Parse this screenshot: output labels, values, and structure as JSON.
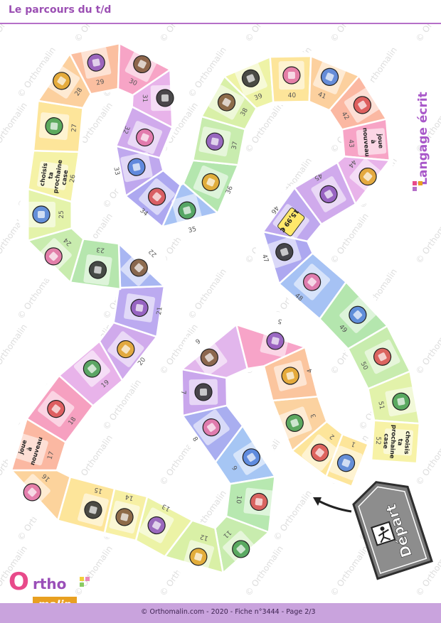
{
  "header": {
    "title": "Le parcours du t/d",
    "subject": "Langage écrit"
  },
  "footer": {
    "text": "© Orthomalin.com - 2020 - Fiche n°3444 - Page 2/3"
  },
  "logo": {
    "part1": "O",
    "part2": "rtho",
    "part3": "malin"
  },
  "watermark": "© Orthomalin",
  "start": {
    "label": "Départ"
  },
  "squares": [
    {
      "n": "1",
      "icon": "flag-icon",
      "color": "#fde59a"
    },
    {
      "n": "2",
      "icon": "mat-icon",
      "color": "#fde59a"
    },
    {
      "n": "3",
      "icon": "present-icon",
      "color": "#fbd2a0"
    },
    {
      "n": "4",
      "icon": "calendar-icon",
      "color": "#fbc59e"
    },
    {
      "n": "5",
      "icon": "diamond-icon",
      "color": "#f7a4c8"
    },
    {
      "n": "6",
      "icon": "hanger-icon",
      "color": "#e2b6ec"
    },
    {
      "n": "7",
      "icon": "suitcase-icon",
      "color": "#c9a6ec"
    },
    {
      "n": "8",
      "icon": "dynamite-icon",
      "color": "#a9aef0"
    },
    {
      "n": "9",
      "icon": "remote-icon",
      "color": "#a6c6f4"
    },
    {
      "n": "10",
      "icon": "grandma-icon",
      "color": "#b7e8b0"
    },
    {
      "n": "11",
      "icon": "clock-icon",
      "color": "#c8ecae"
    },
    {
      "n": "12",
      "icon": "plate-icon",
      "color": "#d9f0a6"
    },
    {
      "n": "13",
      "icon": "tooth-icon",
      "color": "#ecf3a6"
    },
    {
      "n": "14",
      "icon": "artichoke-icon",
      "color": "#f7f0a4"
    },
    {
      "n": "15",
      "icon": "cauldron-icon",
      "color": "#fde59a"
    },
    {
      "n": "16",
      "icon": "scarecrow-icon",
      "color": "#fcd39c"
    },
    {
      "n": "17",
      "icon": "",
      "color": "#fbb8a2",
      "text": "joue à nouveau"
    },
    {
      "n": "18",
      "icon": "dice-icon",
      "color": "#f6a0c0"
    },
    {
      "n": "19",
      "icon": "train-icon",
      "color": "#e8b3ea"
    },
    {
      "n": "20",
      "icon": "box-icon",
      "color": "#d0aaec"
    },
    {
      "n": "21",
      "icon": "toothpaste-icon",
      "color": "#bcaaf0"
    },
    {
      "n": "22",
      "icon": "tube-icon",
      "color": "#a8b6f2"
    },
    {
      "n": "23",
      "icon": "guitar-icon",
      "color": "#b6e6ae"
    },
    {
      "n": "24",
      "icon": "vase-icon",
      "color": "#c8ecae"
    },
    {
      "n": "25",
      "icon": "cake-icon",
      "color": "#e4f3aa"
    },
    {
      "n": "26",
      "icon": "",
      "color": "#f5f2a6",
      "text": "choisis ta prochaine case"
    },
    {
      "n": "27",
      "icon": "picture-icon",
      "color": "#fde59a"
    },
    {
      "n": "28",
      "icon": "rifle-icon",
      "color": "#fcd09e"
    },
    {
      "n": "29",
      "icon": "frame-icon",
      "color": "#fbbfa0"
    },
    {
      "n": "30",
      "icon": "dinosaur-icon",
      "color": "#f7a4c6"
    },
    {
      "n": "31",
      "icon": "salad-icon",
      "color": "#e8b3ea"
    },
    {
      "n": "32",
      "icon": "battery-icon",
      "color": "#d0aaec"
    },
    {
      "n": "33",
      "icon": "boot-icon",
      "color": "#bfa8ee"
    },
    {
      "n": "34",
      "icon": "lasso-icon",
      "color": "#ada8f0"
    },
    {
      "n": "35",
      "icon": "match-icon",
      "color": "#a6c2f4"
    },
    {
      "n": "36",
      "icon": "lemon-icon",
      "color": "#b4e6ae"
    },
    {
      "n": "37",
      "icon": "stool-icon",
      "color": "#c8ecae"
    },
    {
      "n": "38",
      "icon": "dolphin-icon",
      "color": "#d9f0a8"
    },
    {
      "n": "39",
      "icon": "tulips-icon",
      "color": "#eef3a6"
    },
    {
      "n": "40",
      "icon": "torso-icon",
      "color": "#fde59a"
    },
    {
      "n": "41",
      "icon": "boat-icon",
      "color": "#fcd09e"
    },
    {
      "n": "42",
      "icon": "shopper-icon",
      "color": "#fbb8a2"
    },
    {
      "n": "43",
      "icon": "",
      "color": "#f7a4c6",
      "text": "joue à nouveau"
    },
    {
      "n": "44",
      "icon": "dvd-icon",
      "color": "#e8b3ea"
    },
    {
      "n": "45",
      "icon": "basket-icon",
      "color": "#d0aaec"
    },
    {
      "n": "46",
      "icon": "pricetag-icon",
      "color": "#bfa8ee",
      "text": "15,99 €"
    },
    {
      "n": "47",
      "icon": "rope-icon",
      "color": "#ada8f0"
    },
    {
      "n": "48",
      "icon": "heron-icon",
      "color": "#a6c2f4"
    },
    {
      "n": "49",
      "icon": "belt-icon",
      "color": "#b4e6ae"
    },
    {
      "n": "50",
      "icon": "wand-icon",
      "color": "#c8ecae"
    },
    {
      "n": "51",
      "icon": "crown-icon",
      "color": "#e2f2aa"
    },
    {
      "n": "52",
      "icon": "",
      "color": "#f7f2a6",
      "text": "choisis ta prochaine case"
    }
  ],
  "palette": {
    "accent": "#a857c9",
    "footer": "#c9a3dd",
    "line": "#b56fc8"
  }
}
